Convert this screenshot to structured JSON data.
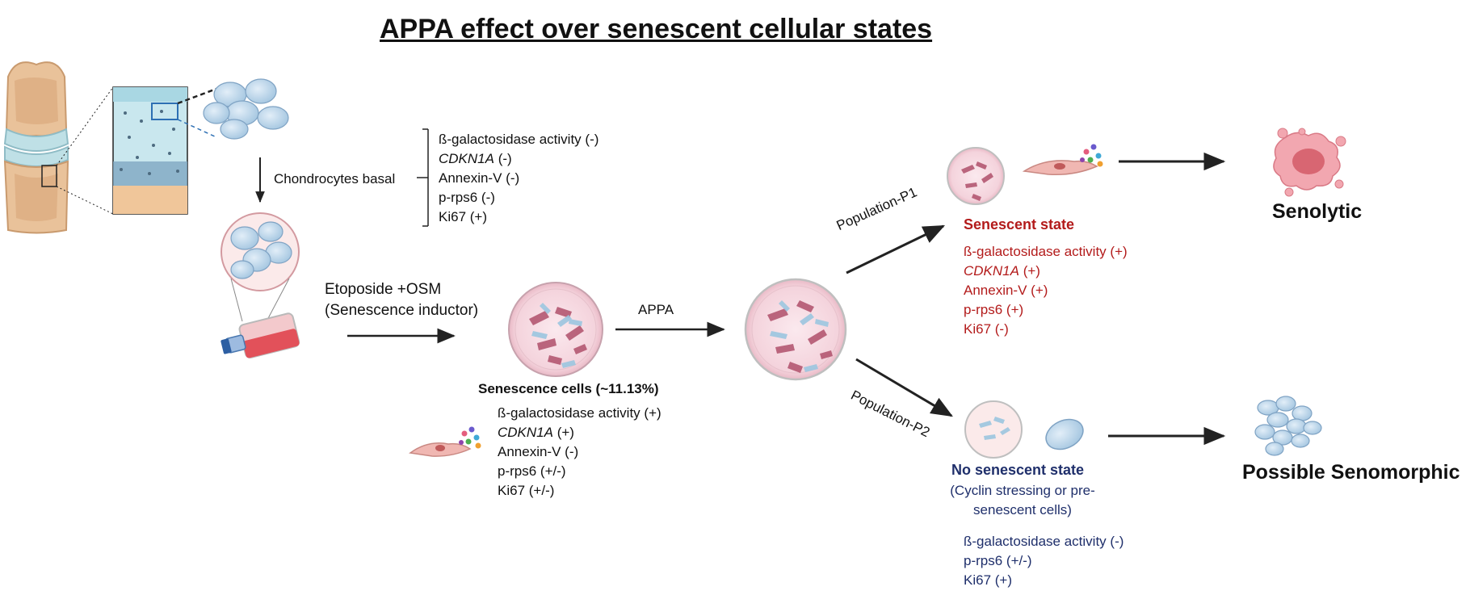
{
  "title": "APPA effect over senescent cellular states",
  "chondrocytes": {
    "label": "Chondrocytes basal",
    "markers": [
      {
        "name": "ß-galactosidase activity",
        "state": "(-)"
      },
      {
        "name": "CDKN1A",
        "state": "(-)"
      },
      {
        "name": "Annexin-V",
        "state": "(-)"
      },
      {
        "name": "p-rps6",
        "state": "(-)"
      },
      {
        "name": "Ki67",
        "state": "(+)"
      }
    ]
  },
  "inductor": {
    "line1": "Etoposide +OSM",
    "line2": "(Senescence inductor)"
  },
  "senescence_cells": {
    "label": "Senescence cells (~11.13%)",
    "markers": [
      {
        "name": "ß-galactosidase activity",
        "state": "(+)"
      },
      {
        "name": "CDKN1A",
        "state": "(+)"
      },
      {
        "name": "Annexin-V",
        "state": "(-)"
      },
      {
        "name": "p-rps6",
        "state": "(+/-)"
      },
      {
        "name": "Ki67",
        "state": "(+/-)"
      }
    ]
  },
  "treatment": "APPA",
  "population_p1": {
    "arrow_label": "Population-P1",
    "state": "Senescent state",
    "markers": [
      {
        "name": "ß-galactosidase activity",
        "state": "(+)"
      },
      {
        "name": "CDKN1A",
        "state": "(+)"
      },
      {
        "name": "Annexin-V",
        "state": "(+)"
      },
      {
        "name": "p-rps6",
        "state": "(+)"
      },
      {
        "name": "Ki67",
        "state": "(-)"
      }
    ],
    "outcome": "Senolytic"
  },
  "population_p2": {
    "arrow_label": "Population-P2",
    "state": "No senescent state",
    "state_note_line1": "(Cyclin stressing or pre-",
    "state_note_line2": "senescent cells)",
    "markers": [
      {
        "name": "ß-galactosidase activity",
        "state": "(-)"
      },
      {
        "name": "p-rps6",
        "state": "(+/-)"
      },
      {
        "name": "Ki67",
        "state": "(+)"
      }
    ],
    "outcome": "Possible Senomorphic"
  },
  "colors": {
    "senescent_red": "#b31b1b",
    "non_senescent_navy": "#1f2f6b",
    "dish_pink": "#f6dde3",
    "cell_blue": "#bcd7ea"
  }
}
